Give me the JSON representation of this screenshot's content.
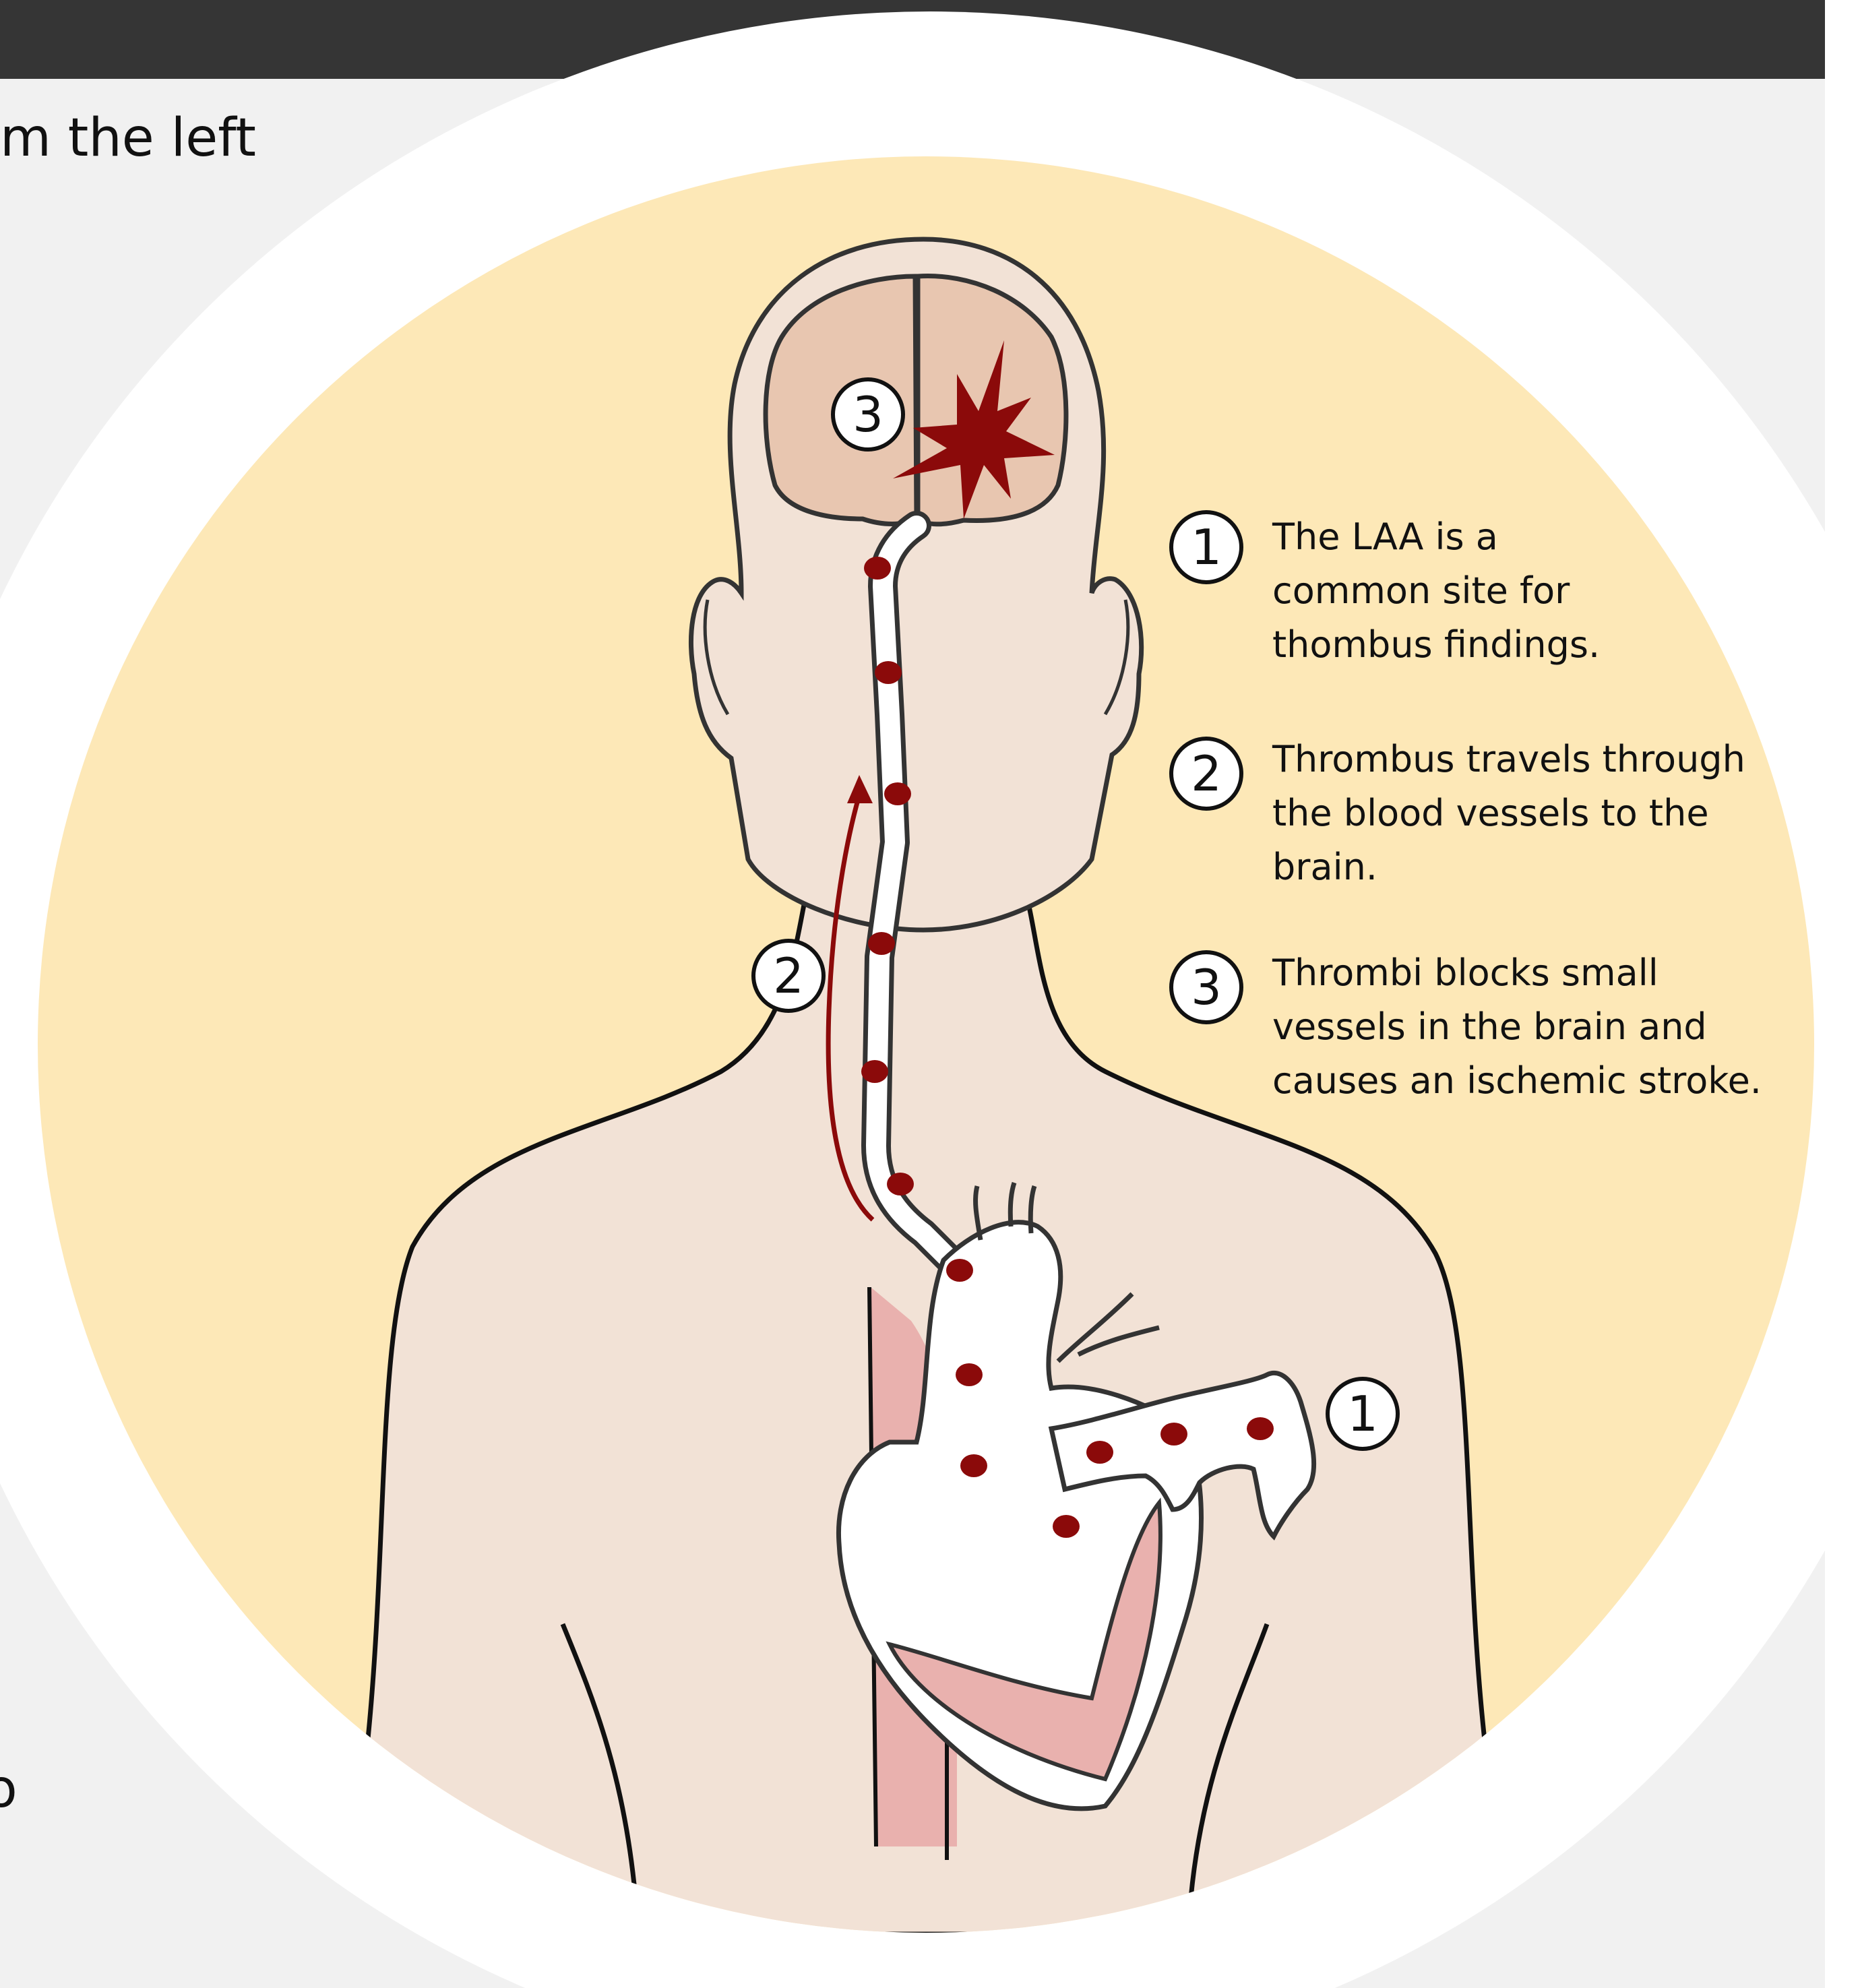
{
  "page": {
    "cut_heading": "m the left",
    "cut_glyph": "o"
  },
  "colors": {
    "top_bar": "#353535",
    "page_background": "#f1f1f1",
    "outer_ring": "#ffffff",
    "inner_disc": "#fde8b7",
    "skin": "#f2e2d6",
    "brain": "#e8c6b0",
    "thrombus": "#8b0a0a",
    "vessel": "#ffffff",
    "esophagus": "#e9b1ae",
    "outline": "#333333"
  },
  "callouts": [
    {
      "number": "1",
      "lines": [
        "The LAA is a",
        "common site for",
        "thombus findings."
      ]
    },
    {
      "number": "2",
      "lines": [
        "Thrombus travels through",
        "the blood vessels to the",
        "brain."
      ]
    },
    {
      "number": "3",
      "lines": [
        "Thrombi blocks small",
        "vessels in the brain and",
        "causes an ischemic stroke."
      ]
    }
  ],
  "markers": {
    "brain": "3",
    "vessel": "2",
    "heart": "1"
  }
}
